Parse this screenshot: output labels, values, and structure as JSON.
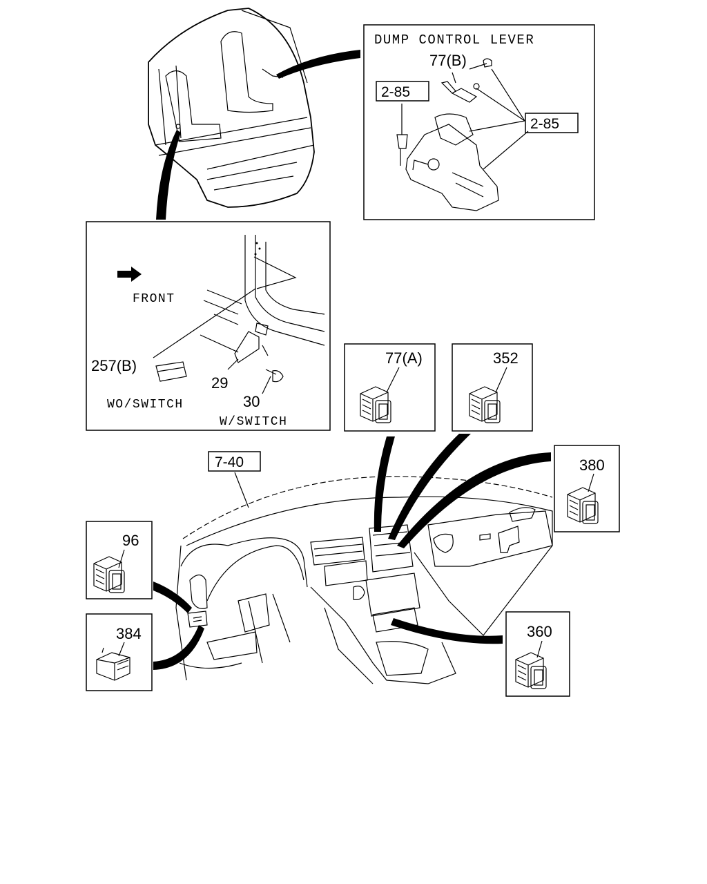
{
  "dump_box": {
    "title": "DUMP CONTROL LEVER",
    "part_77b": "77(B)",
    "ref_left": "2-85",
    "ref_right": "2-85"
  },
  "front_box": {
    "front": "FRONT",
    "part_257b": "257(B)",
    "part_29": "29",
    "part_30": "30",
    "wo_switch": "WO/SWITCH",
    "w_switch": "W/SWITCH"
  },
  "dash_ref": "7-40",
  "switches": {
    "s77a": "77(A)",
    "s352": "352",
    "s380": "380",
    "s96": "96",
    "s384": "384",
    "s360": "360"
  },
  "colors": {
    "line": "#000000",
    "background": "#ffffff"
  }
}
